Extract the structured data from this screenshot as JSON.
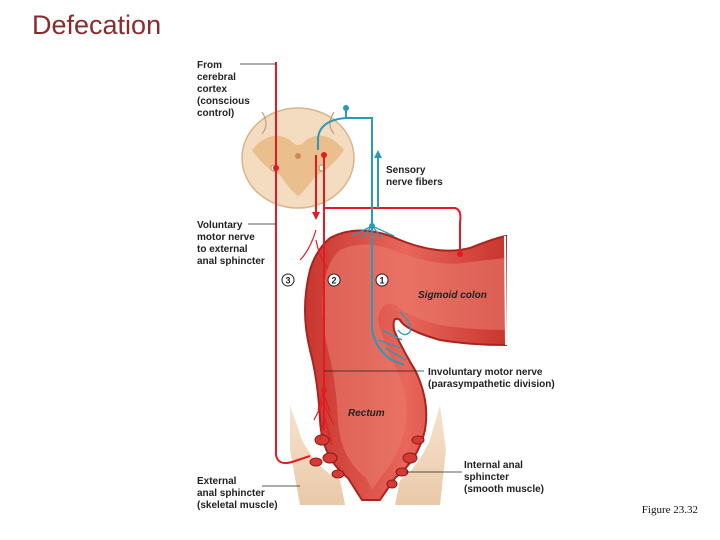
{
  "title": "Defecation",
  "figure_caption": "Figure 23.32",
  "labels": {
    "cortex": [
      "From",
      "cerebral",
      "cortex",
      "(conscious",
      "control)"
    ],
    "sensory": [
      "Sensory",
      "nerve fibers"
    ],
    "voluntary": [
      "Voluntary",
      "motor nerve",
      "to external",
      "anal sphincter"
    ],
    "sigmoid": "Sigmoid colon",
    "involuntary": [
      "Involuntary motor nerve",
      "(parasympathetic division)"
    ],
    "rectum": "Rectum",
    "external": [
      "External",
      "anal sphincter",
      "(skeletal muscle)"
    ],
    "internal": [
      "Internal anal",
      "sphincter",
      "(smooth muscle)"
    ]
  },
  "steps": [
    "3",
    "2",
    "1"
  ],
  "colors": {
    "title": "#8b2c2c",
    "motor_nerve": "#e21b23",
    "sensory_nerve": "#2a9ab8",
    "colon": "#d9453f",
    "spinal_cord": "#f4dcc0"
  }
}
